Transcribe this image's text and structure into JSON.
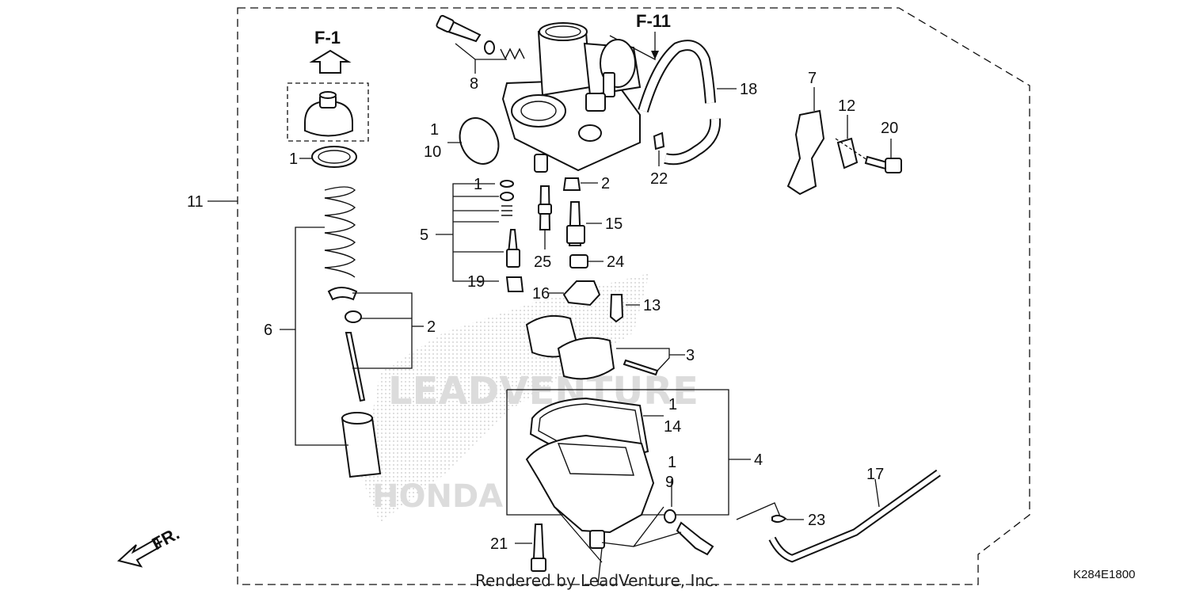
{
  "refs": {
    "f1": "F-1",
    "f11": "F-11",
    "fr": "FR."
  },
  "watermark": {
    "brand": "LEADVENTURE",
    "honda": "HONDA"
  },
  "footer": {
    "rendered_by": "Rendered by LeadVenture, Inc.",
    "diagram_code": "K284E1800"
  },
  "callouts": {
    "c1_cap": "1",
    "c1_top": "1",
    "c10": "10",
    "c11": "11",
    "c8": "8",
    "c1_small": "1",
    "c2_a": "2",
    "c5": "5",
    "c15": "15",
    "c25": "25",
    "c24": "24",
    "c19": "19",
    "c16": "16",
    "c13": "13",
    "c6": "6",
    "c2_b": "2",
    "c3": "3",
    "c18": "18",
    "c22": "22",
    "c7": "7",
    "c12": "12",
    "c20": "20",
    "c4": "4",
    "c1_14": "1",
    "c14": "14",
    "c1_9": "1",
    "c9": "9",
    "c17": "17",
    "c23": "23",
    "c21": "21"
  }
}
